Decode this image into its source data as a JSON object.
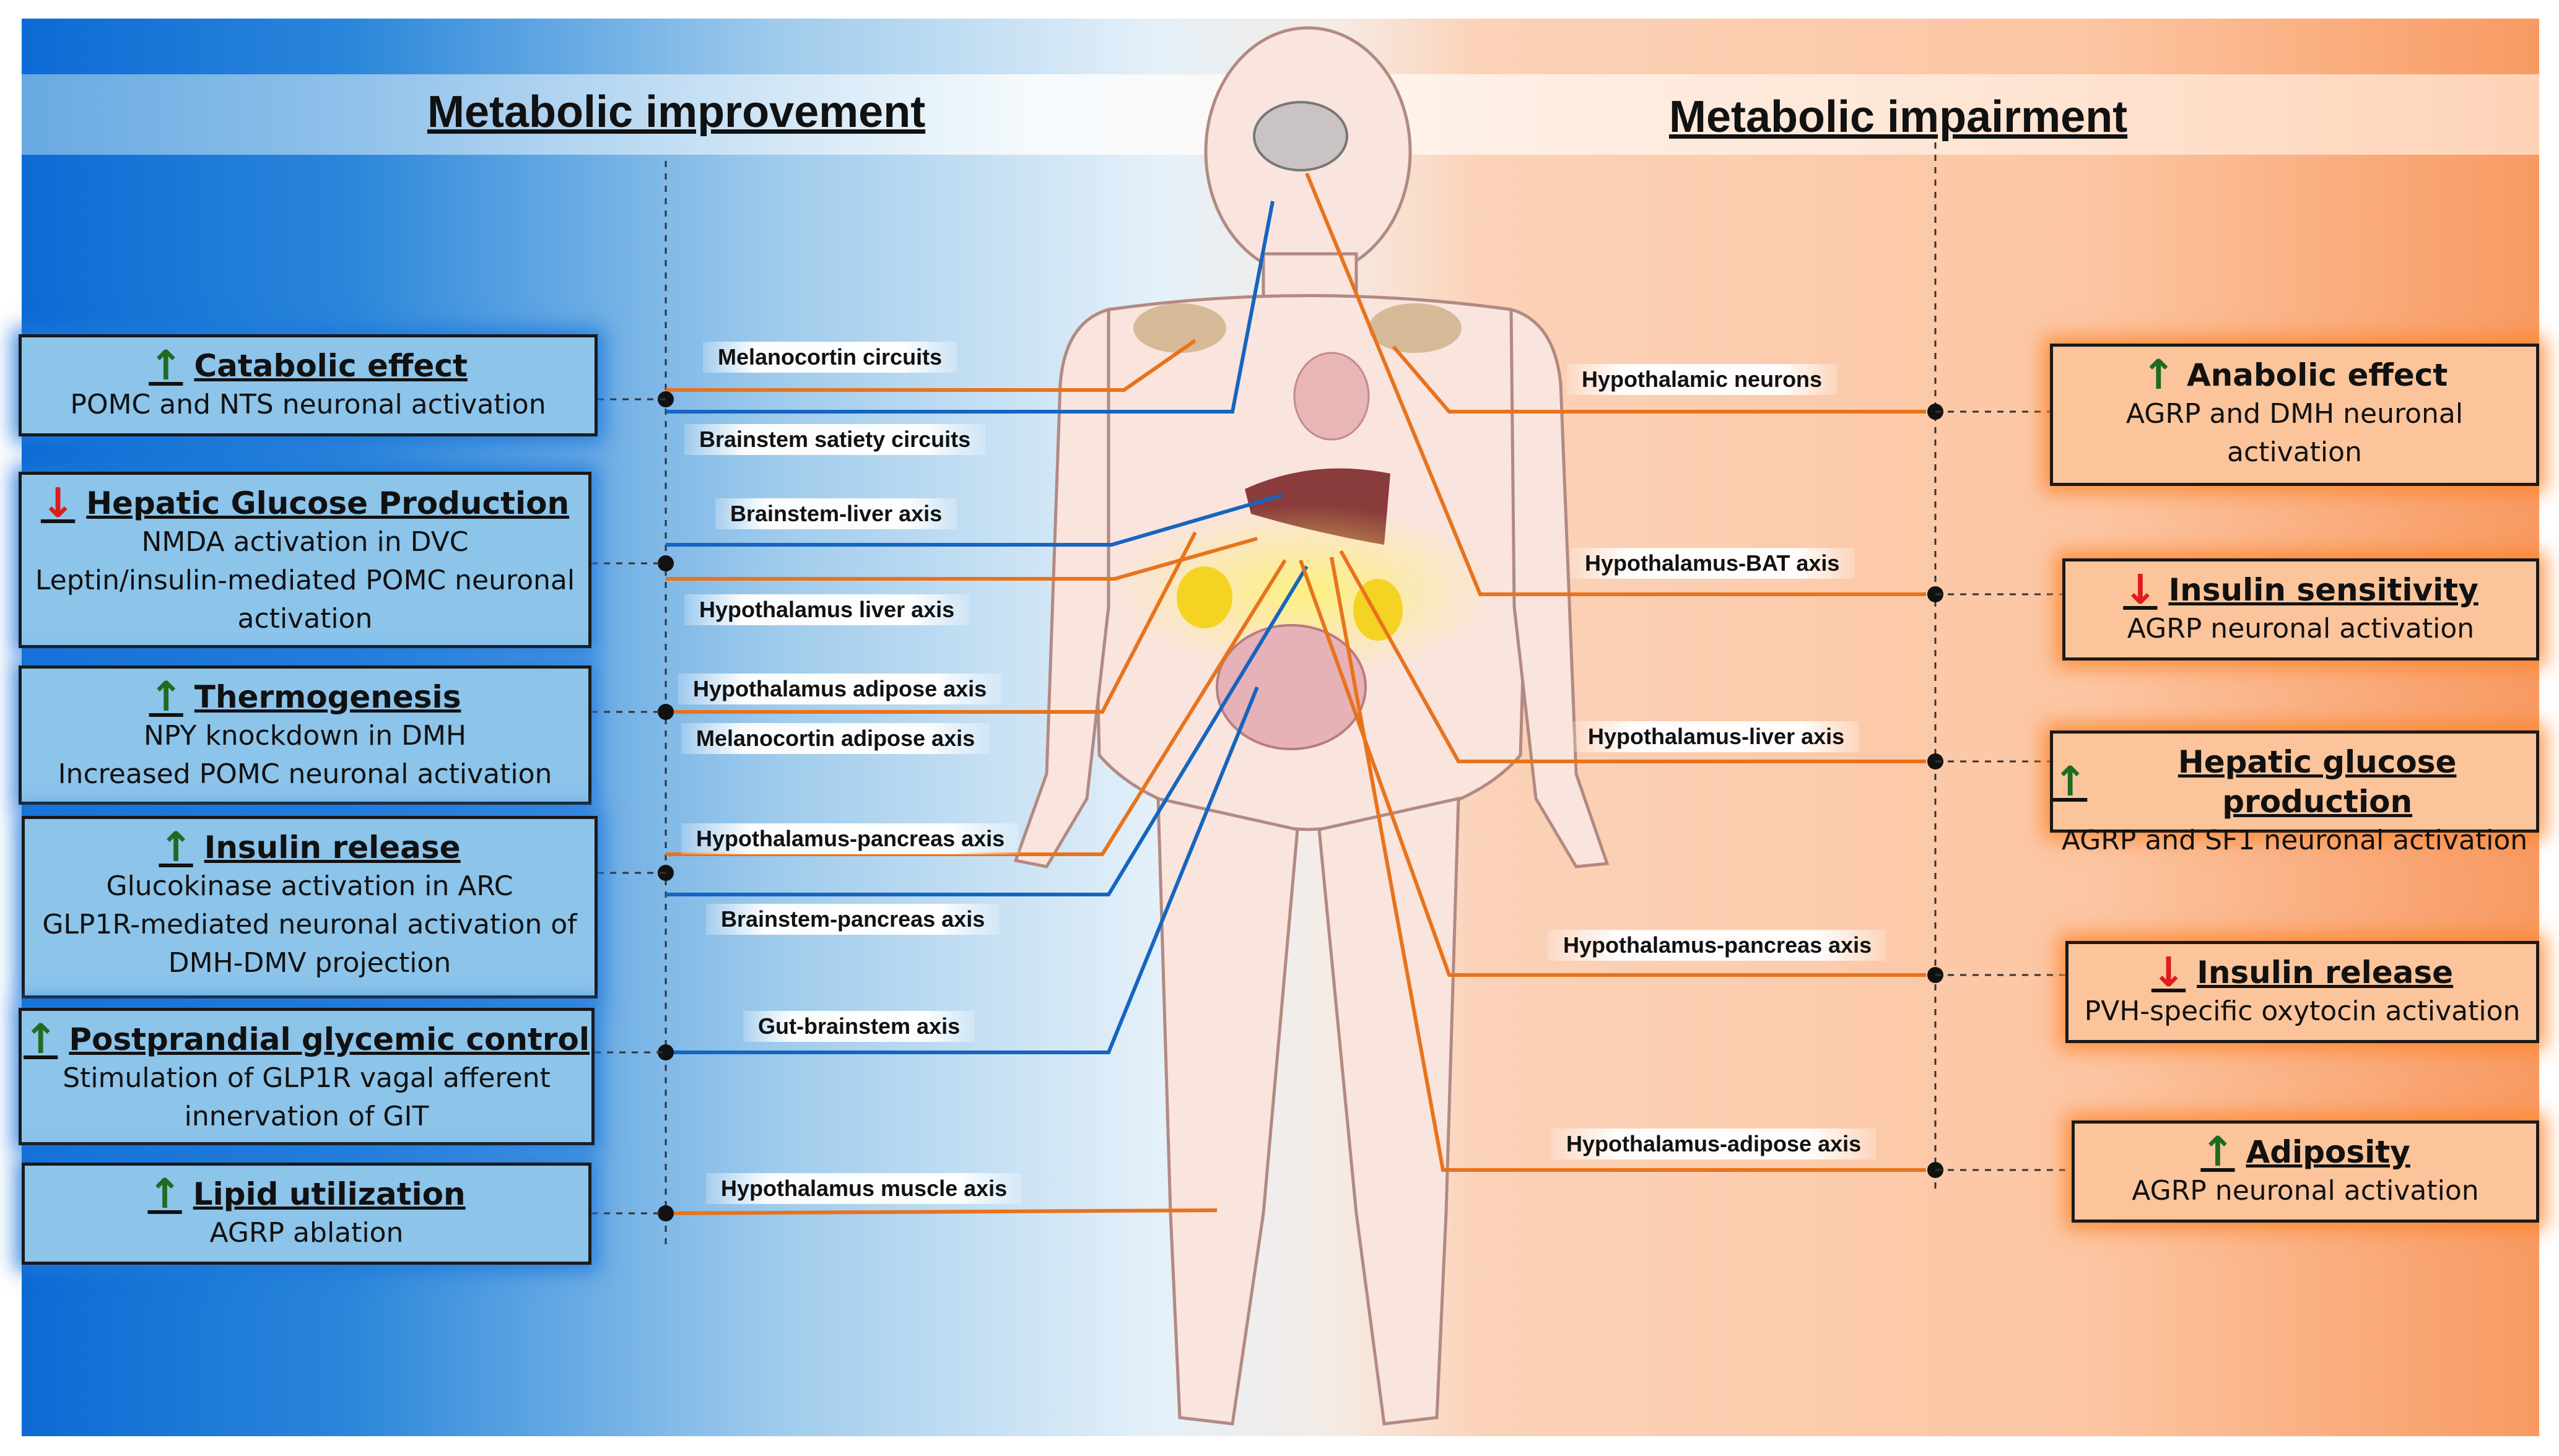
{
  "headers": {
    "left": "Metabolic improvement",
    "right": "Metabolic impairment"
  },
  "colors": {
    "left_line": "#1565c0",
    "right_line": "#e8731c",
    "up_arrow": "#1e6b22",
    "down_arrow": "#e01b1b"
  },
  "left_boxes": [
    {
      "title": "Catabolic effect",
      "arrow": "up",
      "lines": [
        "POMC and NTS neuronal activation"
      ]
    },
    {
      "title": "Hepatic Glucose Production",
      "arrow": "down",
      "lines": [
        "NMDA activation in DVC",
        "Leptin/insulin-mediated POMC neuronal",
        "activation"
      ]
    },
    {
      "title": "Thermogenesis",
      "arrow": "up",
      "lines": [
        "NPY knockdown in DMH",
        "Increased POMC neuronal activation"
      ]
    },
    {
      "title": "Insulin release",
      "arrow": "up",
      "lines": [
        "Glucokinase activation in ARC",
        "GLP1R-mediated neuronal activation of",
        "DMH-DMV projection"
      ]
    },
    {
      "title": "Postprandial glycemic control",
      "arrow": "up",
      "lines": [
        "Stimulation of GLP1R  vagal afferent",
        "innervation of GIT"
      ]
    },
    {
      "title": "Lipid utilization",
      "arrow": "up",
      "lines": [
        "AGRP ablation"
      ]
    }
  ],
  "right_boxes": [
    {
      "title": "Anabolic effect",
      "arrow": "up",
      "lines": [
        "AGRP and DMH neuronal",
        "activation"
      ]
    },
    {
      "title": "Insulin sensitivity",
      "arrow": "down",
      "lines": [
        "AGRP neuronal activation"
      ]
    },
    {
      "title": "Hepatic glucose production",
      "arrow": "up",
      "lines": [
        "AGRP and SF1 neuronal activation"
      ]
    },
    {
      "title": "Insulin release",
      "arrow": "down",
      "lines": [
        "PVH-specific oxytocin activation"
      ]
    },
    {
      "title": "Adiposity",
      "arrow": "up",
      "lines": [
        "AGRP neuronal activation"
      ]
    }
  ],
  "left_axes": [
    "Melanocortin circuits",
    "Brainstem satiety circuits",
    "Brainstem-liver axis",
    "Hypothalamus liver axis",
    "Hypothalamus adipose axis",
    "Melanocortin adipose axis",
    "Hypothalamus-pancreas axis",
    "Brainstem-pancreas axis",
    "Gut-brainstem axis",
    "Hypothalamus muscle axis"
  ],
  "right_axes": [
    "Hypothalamic neurons",
    "Hypothalamus-BAT axis",
    "Hypothalamus-liver axis",
    "Hypothalamus-pancreas axis",
    "Hypothalamus-adipose axis"
  ]
}
